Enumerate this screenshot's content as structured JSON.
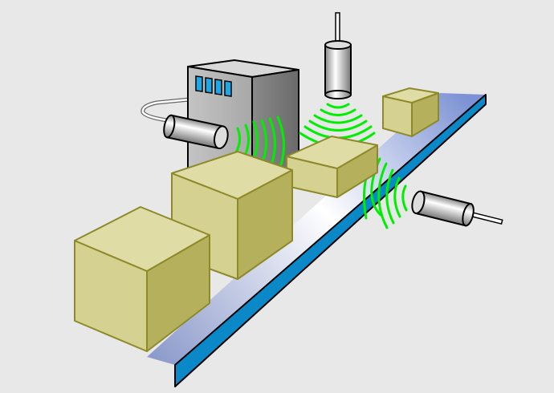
{
  "colors": {
    "background": "#e8e8e8",
    "belt_side": "#0a88c8",
    "belt_top_far": "#8a9ed8",
    "belt_top_near": "#ffffff",
    "box_top": "#e0dca6",
    "box_front": "#d5d190",
    "box_side": "#b4b05c",
    "box_stroke": "#8e8a2a",
    "machine_front": "#b8b8b8",
    "machine_side": "#7a7a7a",
    "machine_window": "#1aa8e8",
    "signal_waves": "#00ee00"
  },
  "icons": [
    "conveyor-belt",
    "reader-machine",
    "cylinder-sensor-left",
    "overhead-camera-sensor",
    "cylinder-sensor-right",
    "signal-waves"
  ]
}
